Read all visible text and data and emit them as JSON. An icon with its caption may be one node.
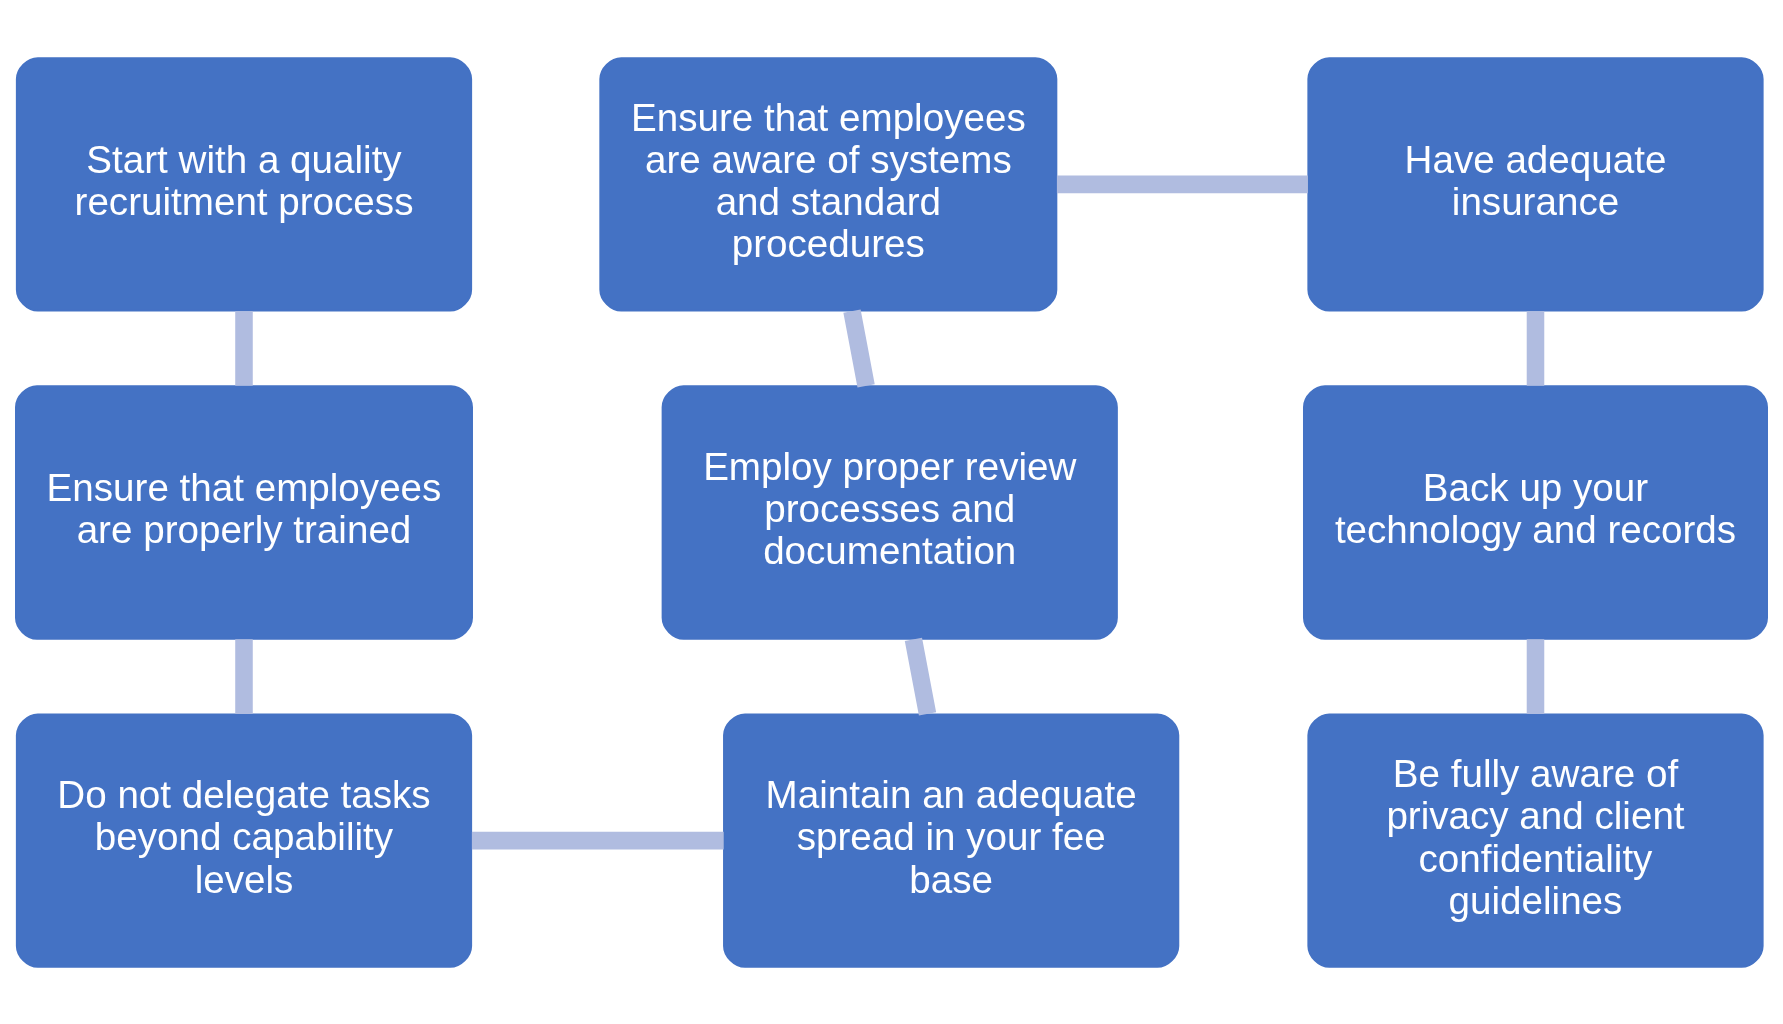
{
  "diagram": {
    "nodes": [
      {
        "text": [
          "Start with a quality recruitment process"
        ]
      },
      {
        "text": [
          "Ensure that employees are aware of systems and standard procedures"
        ]
      },
      {
        "text": [
          "Have adequate insurance"
        ]
      },
      {
        "text": [
          "Ensure that employees are properly trained"
        ]
      },
      {
        "text": [
          "Employ proper review processes and documentation"
        ]
      },
      {
        "text": [
          "Back up your technology and records"
        ]
      },
      {
        "text": [
          "Do not delegate tasks beyond capability levels"
        ]
      },
      {
        "text": [
          "Maintain an adequate spread in your fee base"
        ]
      },
      {
        "text": [
          "Be fully aware of privacy and client confidentiality guidelines"
        ]
      }
    ],
    "edges": [
      {
        "from": 0,
        "to": 3,
        "arrow": "none"
      },
      {
        "from": 3,
        "to": 6,
        "arrow": "none"
      },
      {
        "from": 6,
        "to": 7,
        "arrow": "none"
      },
      {
        "from": 7,
        "to": 4,
        "arrow": "none"
      },
      {
        "from": 4,
        "to": 1,
        "arrow": "none"
      },
      {
        "from": 1,
        "to": 2,
        "arrow": "none"
      },
      {
        "from": 2,
        "to": 5,
        "arrow": "none"
      },
      {
        "from": 5,
        "to": 8,
        "arrow": "none"
      }
    ]
  }
}
